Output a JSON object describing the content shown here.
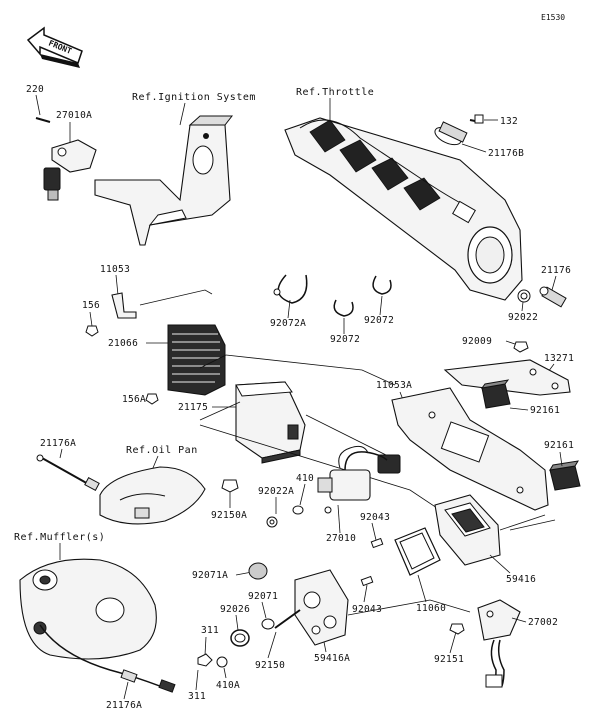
{
  "diagram_code": "E1530",
  "front_label": "FRONT",
  "references": {
    "ignition": "Ref.Ignition System",
    "throttle": "Ref.Throttle",
    "oil_pan": "Ref.Oil Pan",
    "muffler": "Ref.Muffler(s)"
  },
  "parts": {
    "p220": "220",
    "p27010A": "27010A",
    "p132": "132",
    "p21176B": "21176B",
    "p21176": "21176",
    "p11053": "11053",
    "p156": "156",
    "p92072A": "92072A",
    "p92072a": "92072",
    "p92072b": "92072",
    "p92022": "92022",
    "p92009": "92009",
    "p13271": "13271",
    "p21066": "21066",
    "p156A": "156A",
    "p11053A": "11053A",
    "p92161a": "92161",
    "p92161b": "92161",
    "p21175": "21175",
    "p21176A_top": "21176A",
    "p410": "410",
    "p92022A": "92022A",
    "p92150A": "92150A",
    "p92043a": "92043",
    "p92043b": "92043",
    "p27010": "27010",
    "p59416": "59416",
    "p11060": "11060",
    "p92071A": "92071A",
    "p92071": "92071",
    "p92026": "92026",
    "p311a": "311",
    "p311b": "311",
    "p410A": "410A",
    "p92150": "92150",
    "p59416A": "59416A",
    "p27002": "27002",
    "p92151": "92151",
    "p21176A_bottom": "21176A"
  }
}
